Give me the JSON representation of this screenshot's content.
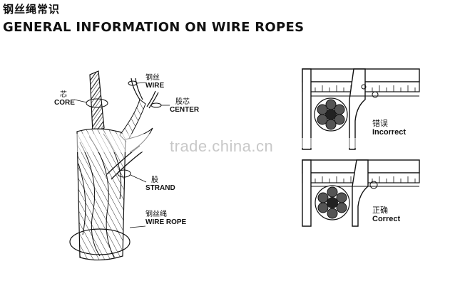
{
  "header": {
    "title_cn": "钢丝绳常识",
    "title_en": "GENERAL INFORMATION ON WIRE ROPES"
  },
  "rope_labels": {
    "core": {
      "cn": "芯",
      "en": "CORE"
    },
    "wire": {
      "cn": "钢丝",
      "en": "WIRE"
    },
    "center": {
      "cn": "股芯",
      "en": "CENTER"
    },
    "strand": {
      "cn": "股",
      "en": "STRAND"
    },
    "rope": {
      "cn": "钢丝绳",
      "en": "WIRE ROPE"
    }
  },
  "gauges": {
    "incorrect": {
      "cn": "错误",
      "en": "Incorrect"
    },
    "correct": {
      "cn": "正确",
      "en": "Correct"
    }
  },
  "watermark": "trade.china.cn"
}
